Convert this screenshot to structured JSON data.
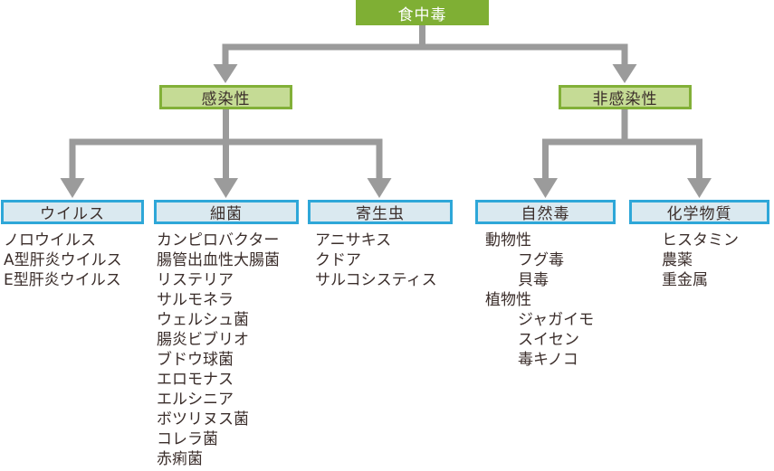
{
  "colors": {
    "root_fill": "#7faf34",
    "root_text": "#ffffff",
    "branch_fill": "#c5db95",
    "branch_border": "#82b038",
    "category_fill": "#dae9f0",
    "category_border": "#2ea7d8",
    "connector": "#9b9b9b",
    "text": "#3b2e2b"
  },
  "root": {
    "label": "食中毒"
  },
  "branches": [
    {
      "label": "感染性"
    },
    {
      "label": "非感染性"
    }
  ],
  "categories": [
    {
      "label": "ウイルス",
      "items": [
        "ノロウイルス",
        "A型肝炎ウイルス",
        "E型肝炎ウイルス"
      ]
    },
    {
      "label": "細菌",
      "items": [
        "カンピロバクター",
        "腸管出血性大腸菌",
        "リステリア",
        "サルモネラ",
        "ウェルシュ菌",
        "腸炎ビブリオ",
        "ブドウ球菌",
        "エロモナス",
        "エルシニア",
        "ボツリヌス菌",
        "コレラ菌",
        "赤痢菌"
      ]
    },
    {
      "label": "寄生虫",
      "items": [
        "アニサキス",
        "クドア",
        "サルコシスティス"
      ]
    },
    {
      "label": "自然毒",
      "items": [
        {
          "text": "動物性",
          "indent": 0
        },
        {
          "text": "フグ毒",
          "indent": 1
        },
        {
          "text": "貝毒",
          "indent": 1
        },
        {
          "text": "植物性",
          "indent": 0
        },
        {
          "text": "ジャガイモ",
          "indent": 1
        },
        {
          "text": "スイセン",
          "indent": 1
        },
        {
          "text": "毒キノコ",
          "indent": 1
        }
      ]
    },
    {
      "label": "化学物質",
      "items": [
        "ヒスタミン",
        "農薬",
        "重金属"
      ]
    }
  ]
}
